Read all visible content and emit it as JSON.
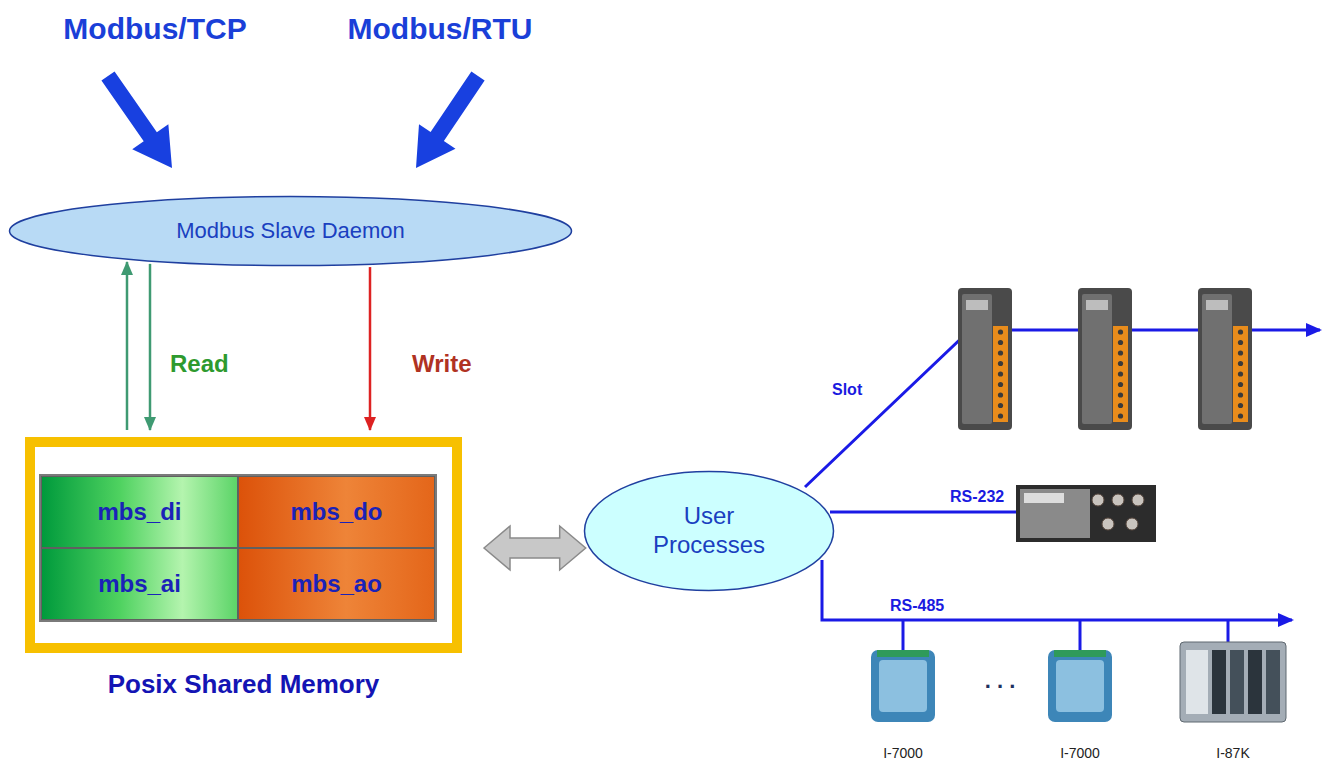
{
  "diagram": {
    "nodes": [
      {
        "text": [
          "Modbus Slave Daemon"
        ]
      },
      {
        "text": [
          "Posix Shared Memory"
        ]
      },
      {
        "text": [
          "mbs_di"
        ],
        "in": 1
      },
      {
        "text": [
          "mbs_do"
        ],
        "in": 1
      },
      {
        "text": [
          "mbs_ai"
        ],
        "in": 1
      },
      {
        "text": [
          "mbs_ao"
        ],
        "in": 1
      },
      {
        "text": [
          "User Processes"
        ]
      }
    ],
    "edges": [
      {
        "from": 1,
        "to": 0,
        "arrow": "to",
        "label": "Read"
      },
      {
        "from": 0,
        "to": 1,
        "arrow": "to"
      },
      {
        "from": 0,
        "to": 1,
        "arrow": "to",
        "label": "Write"
      },
      {
        "from": 1,
        "to": 6,
        "arrow": "both"
      }
    ],
    "labels": [
      "Modbus/TCP",
      "Modbus/RTU",
      "Slot",
      "RS-232",
      "RS-485",
      ". . .",
      "I-7000",
      "I-7000",
      "I-87K"
    ]
  }
}
